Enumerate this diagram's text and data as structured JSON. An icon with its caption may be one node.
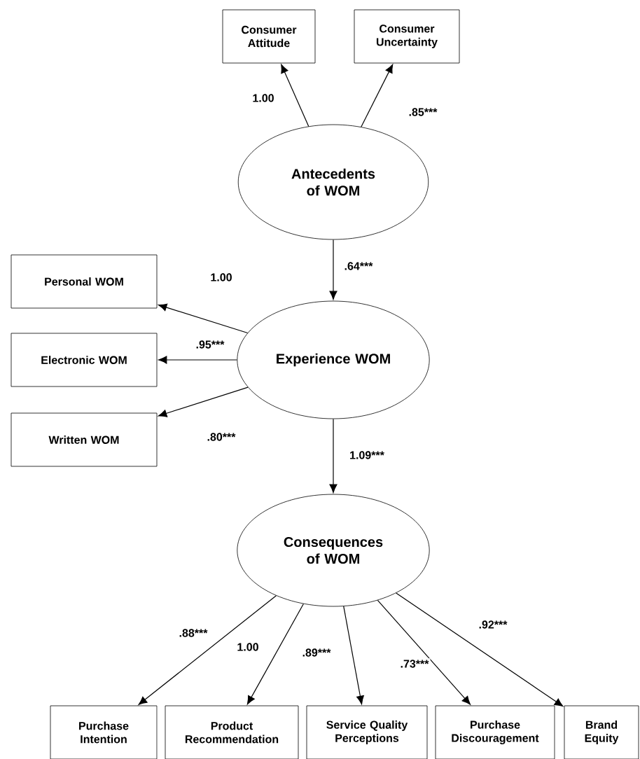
{
  "diagram": {
    "nodes": [
      {
        "text": [
          "Consumer Attitude"
        ]
      },
      {
        "text": [
          "Consumer Uncertainty"
        ]
      },
      {
        "text": [
          "Antecedents of WOM"
        ]
      },
      {
        "text": [
          "Personal WOM"
        ]
      },
      {
        "text": [
          "Electronic WOM"
        ]
      },
      {
        "text": [
          "Written WOM"
        ]
      },
      {
        "text": [
          "Experience WOM"
        ]
      },
      {
        "text": [
          "Consequences of WOM"
        ]
      },
      {
        "text": [
          "Purchase Intention"
        ]
      },
      {
        "text": [
          "Product Recommendation"
        ]
      },
      {
        "text": [
          "Service Quality Perceptions"
        ]
      },
      {
        "text": [
          "Purchase Discouragement"
        ]
      },
      {
        "text": [
          "Brand Equity"
        ]
      }
    ],
    "edges": [
      {
        "from": 2,
        "to": 0,
        "arrow": "to",
        "label": "1.00"
      },
      {
        "from": 2,
        "to": 1,
        "arrow": "to",
        "label": ".85***"
      },
      {
        "from": 2,
        "to": 6,
        "arrow": "to",
        "label": ".64***"
      },
      {
        "from": 6,
        "to": 3,
        "arrow": "to",
        "label": "1.00"
      },
      {
        "from": 6,
        "to": 4,
        "arrow": "to",
        "label": ".95***"
      },
      {
        "from": 6,
        "to": 5,
        "arrow": "to",
        "label": ".80***"
      },
      {
        "from": 6,
        "to": 7,
        "arrow": "to",
        "label": "1.09***"
      },
      {
        "from": 7,
        "to": 8,
        "arrow": "to",
        "label": ".88***"
      },
      {
        "from": 7,
        "to": 9,
        "arrow": "to",
        "label": "1.00"
      },
      {
        "from": 7,
        "to": 10,
        "arrow": "to",
        "label": ".89***"
      },
      {
        "from": 7,
        "to": 11,
        "arrow": "to",
        "label": ".73***"
      },
      {
        "from": 7,
        "to": 12,
        "arrow": "to",
        "label": ".92***"
      }
    ]
  }
}
